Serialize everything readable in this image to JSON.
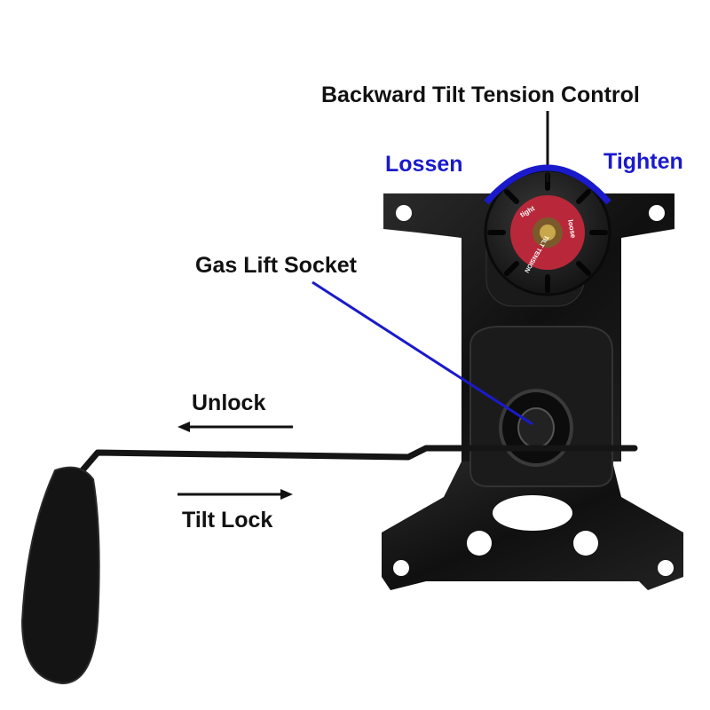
{
  "labels": {
    "tension_control": "Backward Tilt Tension Control",
    "loosen": "Lossen",
    "tighten": "Tighten",
    "gas_lift": "Gas Lift Socket",
    "unlock": "Unlock",
    "tilt_lock": "Tilt Lock"
  },
  "knob_text": {
    "tight": "tight",
    "loose": "loose",
    "tilt_tension": "TILT TENSION"
  },
  "colors": {
    "annotation_blue": "#1a1acc",
    "metal_black": "#151515",
    "knob_red": "#b8283a"
  }
}
